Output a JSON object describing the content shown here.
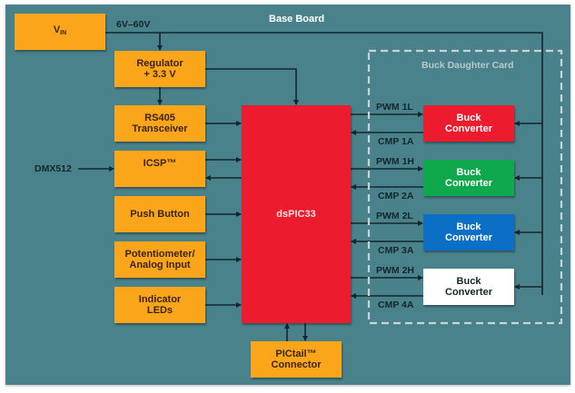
{
  "board": {
    "title": "Base Board",
    "daughter_card_title": "Buck Daughter Card",
    "colors": {
      "board_bg": "#4a828c",
      "block_orange": "#fba61a",
      "mcu_red": "#ed1b2e",
      "buck_red": "#ed1b2e",
      "buck_green": "#10a84c",
      "buck_blue": "#0b6fc6",
      "buck_white": "#ffffff",
      "wire": "#13262b",
      "dashed": "#c9d3d4"
    }
  },
  "vin": {
    "main": "V",
    "sub": "IN",
    "voltage_label": "6V–60V"
  },
  "left_blocks": [
    {
      "id": "regulator",
      "label": "Regulator\n+ 3.3 V"
    },
    {
      "id": "rs405",
      "label": "RS405\nTransceiver"
    },
    {
      "id": "icsp",
      "label": "ICSP™"
    },
    {
      "id": "push-button",
      "label": "Push Button"
    },
    {
      "id": "potentiometer",
      "label": "Potentiometer/\nAnalog Input"
    },
    {
      "id": "indicator-leds",
      "label": "Indicator\nLEDs"
    }
  ],
  "dmx_label": "DMX512",
  "mcu": {
    "label": "dsPIC33"
  },
  "pictail": {
    "label": "PICtail™\nConnector"
  },
  "buck_converters": [
    {
      "label": "Buck\nConverter",
      "color": "red",
      "pwm": "PWM 1L",
      "cmp": "CMP 1A"
    },
    {
      "label": "Buck\nConverter",
      "color": "green",
      "pwm": "PWM 1H",
      "cmp": "CMP 2A"
    },
    {
      "label": "Buck\nConverter",
      "color": "blue",
      "pwm": "PWM 2L",
      "cmp": "CMP 3A"
    },
    {
      "label": "Buck\nConverter",
      "color": "white",
      "pwm": "PWM 2H",
      "cmp": "CMP 4A"
    }
  ]
}
